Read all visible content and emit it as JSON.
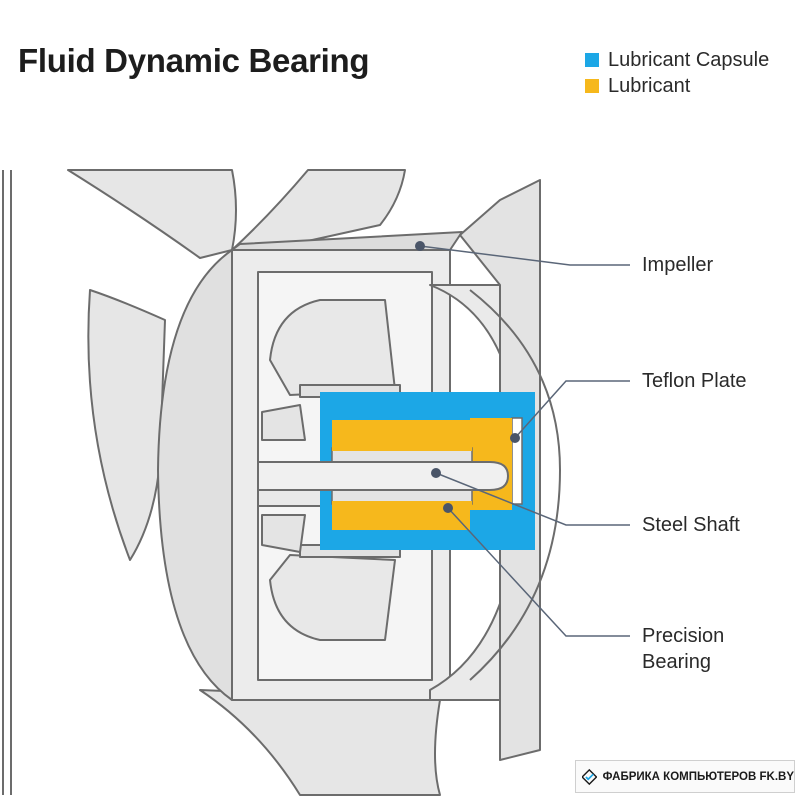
{
  "title": "Fluid Dynamic Bearing",
  "legend": [
    {
      "label": "Lubricant Capsule",
      "color": "#1ca7e6"
    },
    {
      "label": "Lubricant",
      "color": "#f6b81c"
    }
  ],
  "callouts": {
    "impeller": "Impeller",
    "teflon_plate": "Teflon Plate",
    "steel_shaft": "Steel Shaft",
    "precision_bearing_line1": "Precision",
    "precision_bearing_line2": "Bearing"
  },
  "logo": {
    "text": "ФАБРИКА КОМПЬЮТЕРОВ FK.BY"
  },
  "colors": {
    "outline": "#6c6c6c",
    "fill_light": "#ececec",
    "fill_mid": "#d9d9d9",
    "leader": "#5a6678"
  }
}
